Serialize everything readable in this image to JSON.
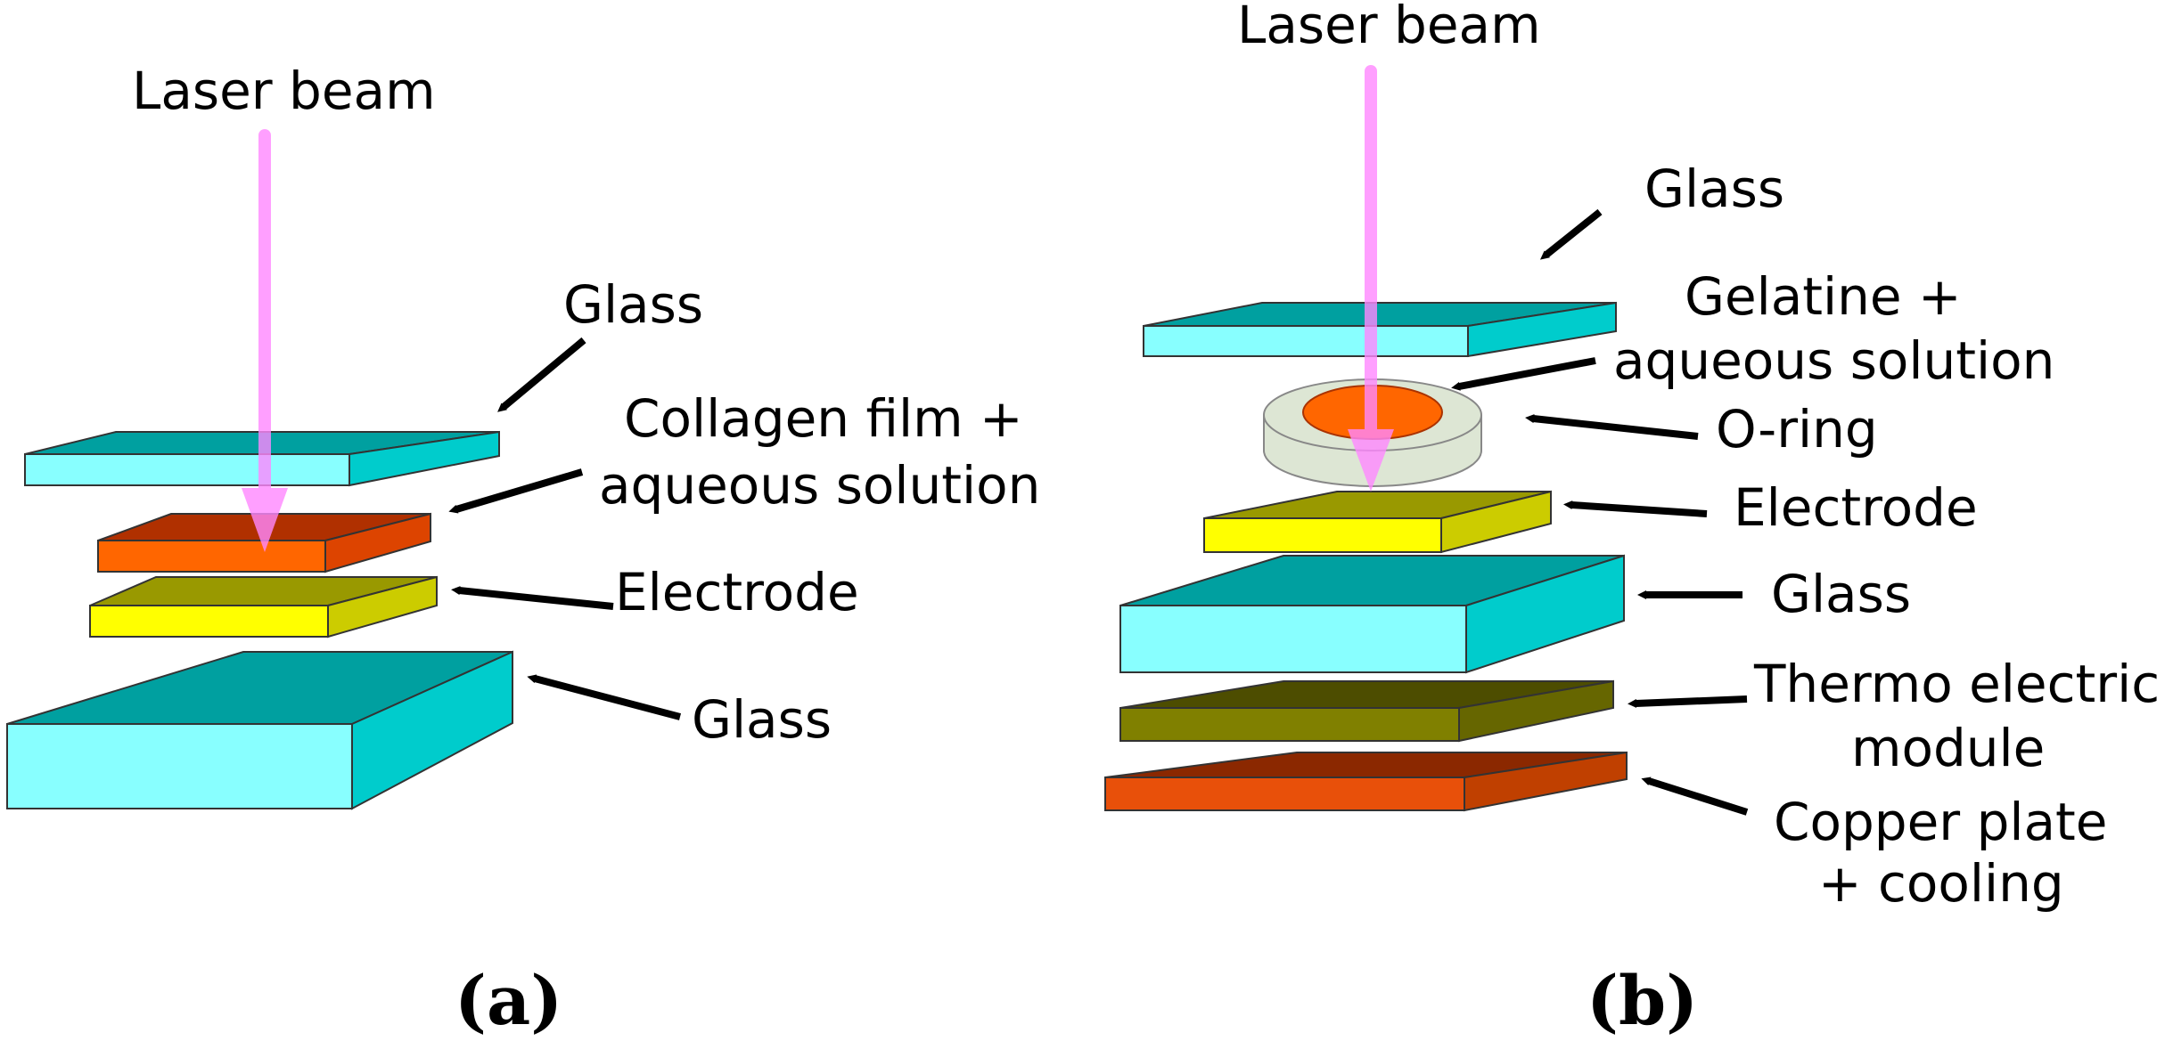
{
  "panel_a": {
    "caption": "(a)",
    "beam_label": "Laser beam",
    "labels": {
      "glass_top": "Glass",
      "film_line1": "Collagen film +",
      "film_line2": "aqueous solution",
      "electrode": "Electrode",
      "glass_bottom": "Glass"
    }
  },
  "panel_b": {
    "caption": "(b)",
    "beam_label": "Laser beam",
    "labels": {
      "glass_top": "Glass",
      "gelatine_line1": "Gelatine +",
      "gelatine_line2": "aqueous solution",
      "oring": "O-ring",
      "electrode": "Electrode",
      "glass_bottom": "Glass",
      "thermo_line1": "Thermo electric",
      "thermo_line2": "module",
      "copper_line1": "Copper plate",
      "copper_line2": "+ cooling"
    }
  },
  "colors": {
    "laser": "#ff88ff",
    "glass_top": "#00a0a0",
    "glass_front": "#88ffff",
    "glass_side": "#00cccc",
    "orange_top": "#b03000",
    "orange_front": "#ff6600",
    "orange_side": "#dd4400",
    "yellow_top": "#999900",
    "yellow_front": "#ffff00",
    "yellow_side": "#cccc00",
    "thermo_top": "#4d4d00",
    "thermo_front": "#808000",
    "thermo_side": "#666600",
    "copper_top": "#8b2800",
    "copper_front": "#e8500a",
    "copper_side": "#c04000",
    "oring": "#dde6d4"
  }
}
